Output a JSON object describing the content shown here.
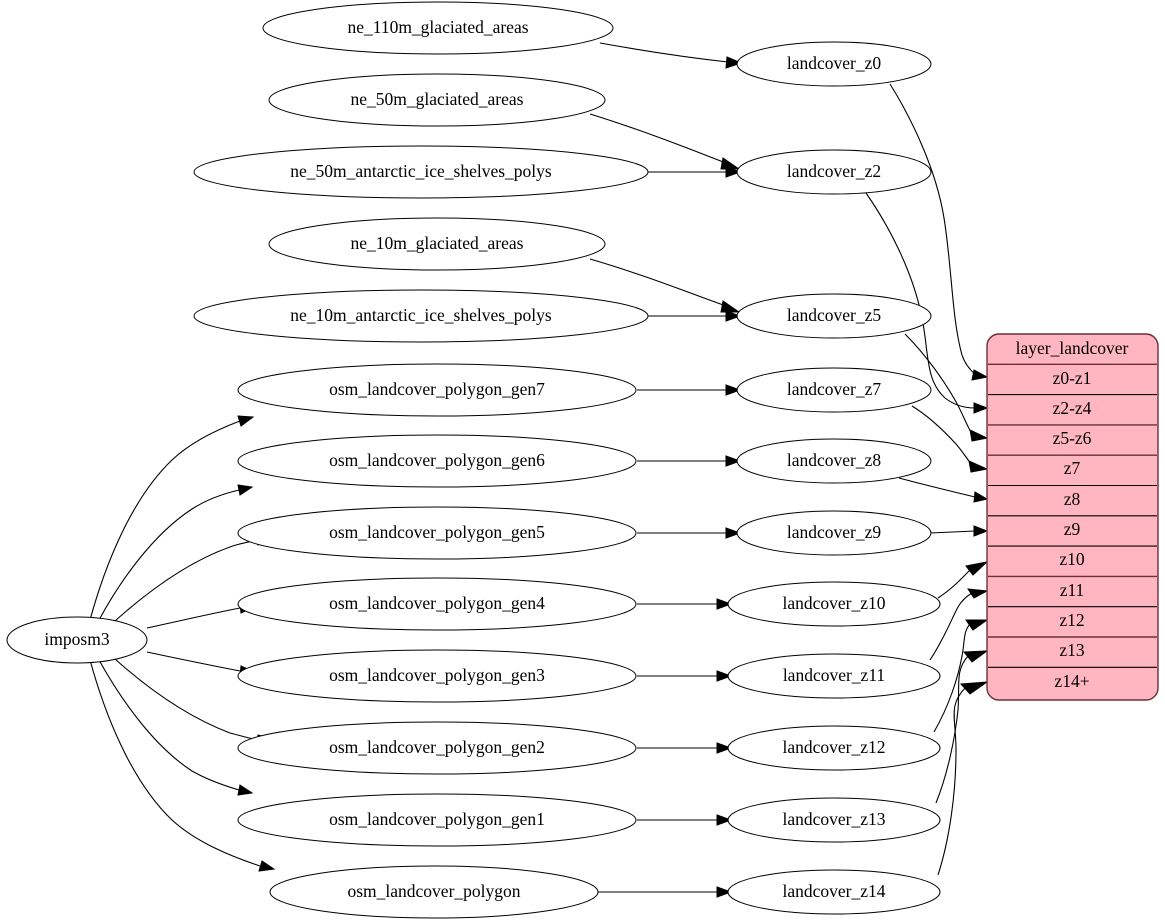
{
  "diagram": {
    "type": "graphviz-directed-graph",
    "background_color": "#ffffff",
    "node_fill": "#ffffff",
    "node_stroke": "#000000",
    "table_fill": "#ffb6c1",
    "table_stroke": "#6b3038",
    "source_node": {
      "id": "imposm3",
      "label": "imposm3"
    },
    "natural_earth_sources": [
      {
        "id": "ne_110m_glaciated_areas",
        "label": "ne_110m_glaciated_areas"
      },
      {
        "id": "ne_50m_glaciated_areas",
        "label": "ne_50m_glaciated_areas"
      },
      {
        "id": "ne_50m_antarctic_ice_shelves_polys",
        "label": "ne_50m_antarctic_ice_shelves_polys"
      },
      {
        "id": "ne_10m_glaciated_areas",
        "label": "ne_10m_glaciated_areas"
      },
      {
        "id": "ne_10m_antarctic_ice_shelves_polys",
        "label": "ne_10m_antarctic_ice_shelves_polys"
      }
    ],
    "osm_tables": [
      {
        "id": "osm_landcover_polygon_gen7",
        "label": "osm_landcover_polygon_gen7"
      },
      {
        "id": "osm_landcover_polygon_gen6",
        "label": "osm_landcover_polygon_gen6"
      },
      {
        "id": "osm_landcover_polygon_gen5",
        "label": "osm_landcover_polygon_gen5"
      },
      {
        "id": "osm_landcover_polygon_gen4",
        "label": "osm_landcover_polygon_gen4"
      },
      {
        "id": "osm_landcover_polygon_gen3",
        "label": "osm_landcover_polygon_gen3"
      },
      {
        "id": "osm_landcover_polygon_gen2",
        "label": "osm_landcover_polygon_gen2"
      },
      {
        "id": "osm_landcover_polygon_gen1",
        "label": "osm_landcover_polygon_gen1"
      },
      {
        "id": "osm_landcover_polygon",
        "label": "osm_landcover_polygon"
      }
    ],
    "landcover_zooms": [
      {
        "id": "landcover_z0",
        "label": "landcover_z0"
      },
      {
        "id": "landcover_z2",
        "label": "landcover_z2"
      },
      {
        "id": "landcover_z5",
        "label": "landcover_z5"
      },
      {
        "id": "landcover_z7",
        "label": "landcover_z7"
      },
      {
        "id": "landcover_z8",
        "label": "landcover_z8"
      },
      {
        "id": "landcover_z9",
        "label": "landcover_z9"
      },
      {
        "id": "landcover_z10",
        "label": "landcover_z10"
      },
      {
        "id": "landcover_z11",
        "label": "landcover_z11"
      },
      {
        "id": "landcover_z12",
        "label": "landcover_z12"
      },
      {
        "id": "landcover_z13",
        "label": "landcover_z13"
      },
      {
        "id": "landcover_z14",
        "label": "landcover_z14"
      }
    ],
    "layer_table": {
      "header": "layer_landcover",
      "rows": [
        {
          "label": "z0-z1"
        },
        {
          "label": "z2-z4"
        },
        {
          "label": "z5-z6"
        },
        {
          "label": "z7"
        },
        {
          "label": "z8"
        },
        {
          "label": "z9"
        },
        {
          "label": "z10"
        },
        {
          "label": "z11"
        },
        {
          "label": "z12"
        },
        {
          "label": "z13"
        },
        {
          "label": "z14+"
        }
      ]
    },
    "edges": [
      {
        "from": "ne_110m_glaciated_areas",
        "to": "landcover_z0"
      },
      {
        "from": "ne_50m_glaciated_areas",
        "to": "landcover_z2"
      },
      {
        "from": "ne_50m_antarctic_ice_shelves_polys",
        "to": "landcover_z2"
      },
      {
        "from": "ne_10m_glaciated_areas",
        "to": "landcover_z5"
      },
      {
        "from": "ne_10m_antarctic_ice_shelves_polys",
        "to": "landcover_z5"
      },
      {
        "from": "imposm3",
        "to": "osm_landcover_polygon_gen7"
      },
      {
        "from": "imposm3",
        "to": "osm_landcover_polygon_gen6"
      },
      {
        "from": "imposm3",
        "to": "osm_landcover_polygon_gen5"
      },
      {
        "from": "imposm3",
        "to": "osm_landcover_polygon_gen4"
      },
      {
        "from": "imposm3",
        "to": "osm_landcover_polygon_gen3"
      },
      {
        "from": "imposm3",
        "to": "osm_landcover_polygon_gen2"
      },
      {
        "from": "imposm3",
        "to": "osm_landcover_polygon_gen1"
      },
      {
        "from": "imposm3",
        "to": "osm_landcover_polygon"
      },
      {
        "from": "osm_landcover_polygon_gen7",
        "to": "landcover_z7"
      },
      {
        "from": "osm_landcover_polygon_gen6",
        "to": "landcover_z8"
      },
      {
        "from": "osm_landcover_polygon_gen5",
        "to": "landcover_z9"
      },
      {
        "from": "osm_landcover_polygon_gen4",
        "to": "landcover_z10"
      },
      {
        "from": "osm_landcover_polygon_gen3",
        "to": "landcover_z11"
      },
      {
        "from": "osm_landcover_polygon_gen2",
        "to": "landcover_z12"
      },
      {
        "from": "osm_landcover_polygon_gen1",
        "to": "landcover_z13"
      },
      {
        "from": "osm_landcover_polygon",
        "to": "landcover_z14"
      },
      {
        "from": "landcover_z0",
        "to": "layer_landcover:z0-z1"
      },
      {
        "from": "landcover_z2",
        "to": "layer_landcover:z2-z4"
      },
      {
        "from": "landcover_z5",
        "to": "layer_landcover:z5-z6"
      },
      {
        "from": "landcover_z7",
        "to": "layer_landcover:z7"
      },
      {
        "from": "landcover_z8",
        "to": "layer_landcover:z8"
      },
      {
        "from": "landcover_z9",
        "to": "layer_landcover:z9"
      },
      {
        "from": "landcover_z10",
        "to": "layer_landcover:z10"
      },
      {
        "from": "landcover_z11",
        "to": "layer_landcover:z11"
      },
      {
        "from": "landcover_z12",
        "to": "layer_landcover:z12"
      },
      {
        "from": "landcover_z13",
        "to": "layer_landcover:z13"
      },
      {
        "from": "landcover_z14",
        "to": "layer_landcover:z14+"
      }
    ]
  }
}
